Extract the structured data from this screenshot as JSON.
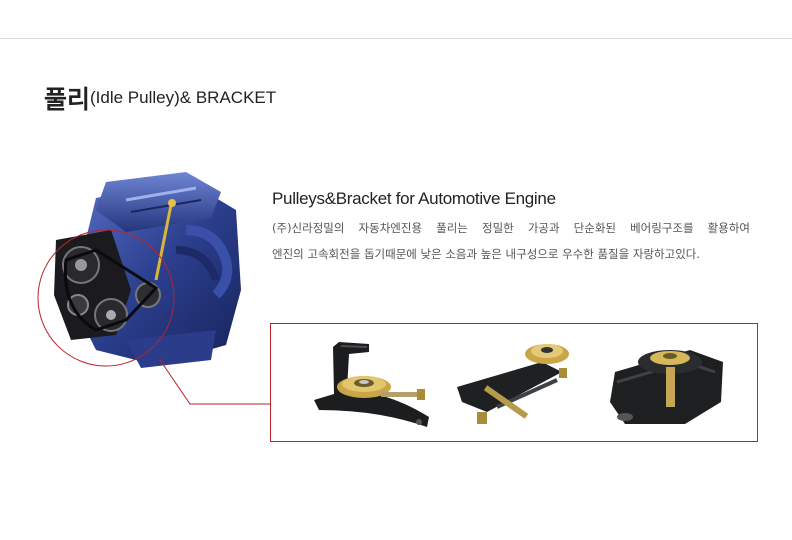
{
  "page": {
    "title_ko": "풀리",
    "title_en": "(Idle Pulley)& BRACKET"
  },
  "section": {
    "heading": "Pulleys&Bracket for Automotive Engine",
    "description_line1": "(주)신라정밀의 자동차엔진용 풀리는 정밀한 가공과 단순화된 베어링구조를 활용하여",
    "description_line2": "엔진의 고속회전을 돕기때문에 낮은 소음과 높은 내구성으로 우수한 품질을 자랑하고있다."
  },
  "colors": {
    "accent_red": "#b8242b",
    "engine_blue": "#2c3f8e",
    "brass": "#c9a548"
  },
  "images": {
    "engine": "engine-photo",
    "products": [
      "idle-pulley-bracket-photo",
      "pulley-arm-bracket-photo",
      "tensioner-pulley-photo"
    ]
  }
}
